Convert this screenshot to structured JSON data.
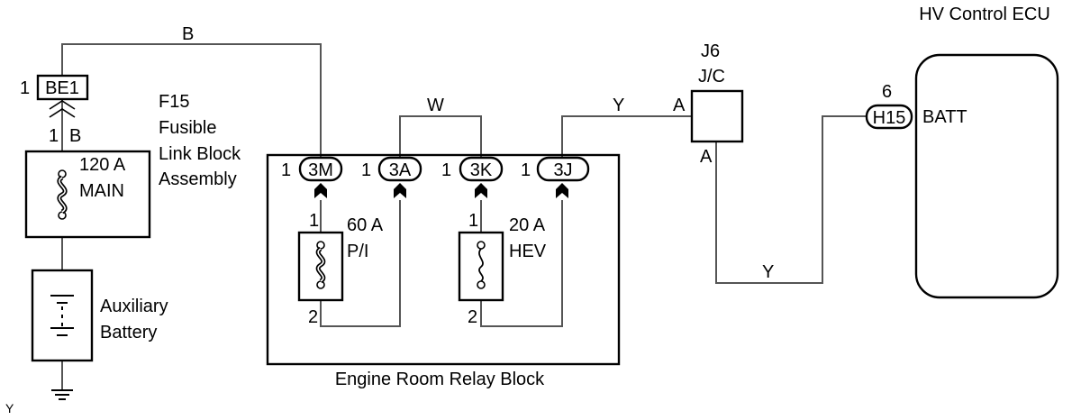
{
  "title_ecu": "HV Control ECU",
  "wire_colors": {
    "top": "B",
    "middle": "W",
    "jc_in": "Y",
    "jc_out": "Y"
  },
  "fuse_link": {
    "connector": "BE1",
    "connector_pin": "1",
    "pin_out": "1",
    "wire_out": "B",
    "name_lines": [
      "F15",
      "Fusible",
      "Link Block",
      "Assembly"
    ],
    "fuse_rating": "120 A",
    "fuse_name": "MAIN"
  },
  "battery": {
    "lines": [
      "Auxiliary",
      "Battery"
    ]
  },
  "relay_block": {
    "name": "Engine Room Relay Block",
    "connectors": [
      {
        "pin": "1",
        "label": "3M"
      },
      {
        "pin": "1",
        "label": "3A"
      },
      {
        "pin": "1",
        "label": "3K"
      },
      {
        "pin": "1",
        "label": "3J"
      }
    ],
    "fuses": [
      {
        "rating": "60 A",
        "name": "P/I",
        "pin_top": "1",
        "pin_bottom": "2"
      },
      {
        "rating": "20 A",
        "name": "HEV",
        "pin_top": "1",
        "pin_bottom": "2"
      }
    ]
  },
  "junction": {
    "id": "J6",
    "name": "J/C",
    "pin_in": "A",
    "pin_out": "A"
  },
  "ecu": {
    "connector": "H15",
    "pin": "6",
    "terminal": "BATT"
  },
  "corner_mark": "Y"
}
